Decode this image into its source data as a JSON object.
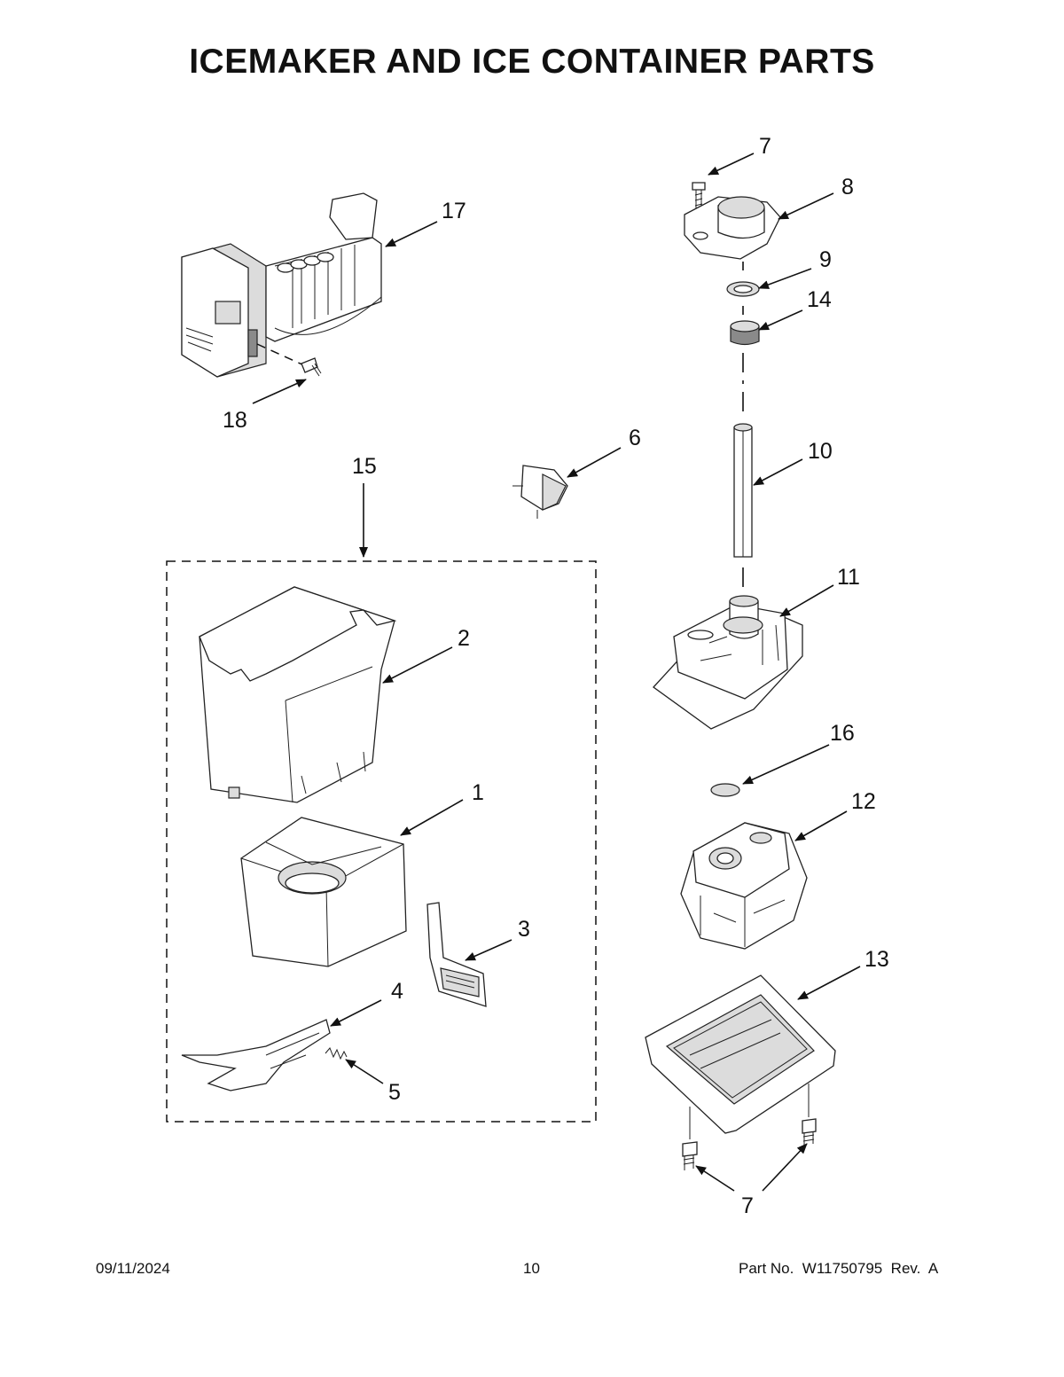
{
  "title": "ICEMAKER AND ICE CONTAINER PARTS",
  "callouts": {
    "c1": "1",
    "c2": "2",
    "c3": "3",
    "c4": "4",
    "c5": "5",
    "c6": "6",
    "c7a": "7",
    "c7b": "7",
    "c8": "8",
    "c9": "9",
    "c10": "10",
    "c11": "11",
    "c12": "12",
    "c13": "13",
    "c14": "14",
    "c15": "15",
    "c16": "16",
    "c17": "17",
    "c18": "18"
  },
  "footer": {
    "date": "09/11/2024",
    "page": "10",
    "part_no": "Part No.  W11750795  Rev.  A"
  }
}
